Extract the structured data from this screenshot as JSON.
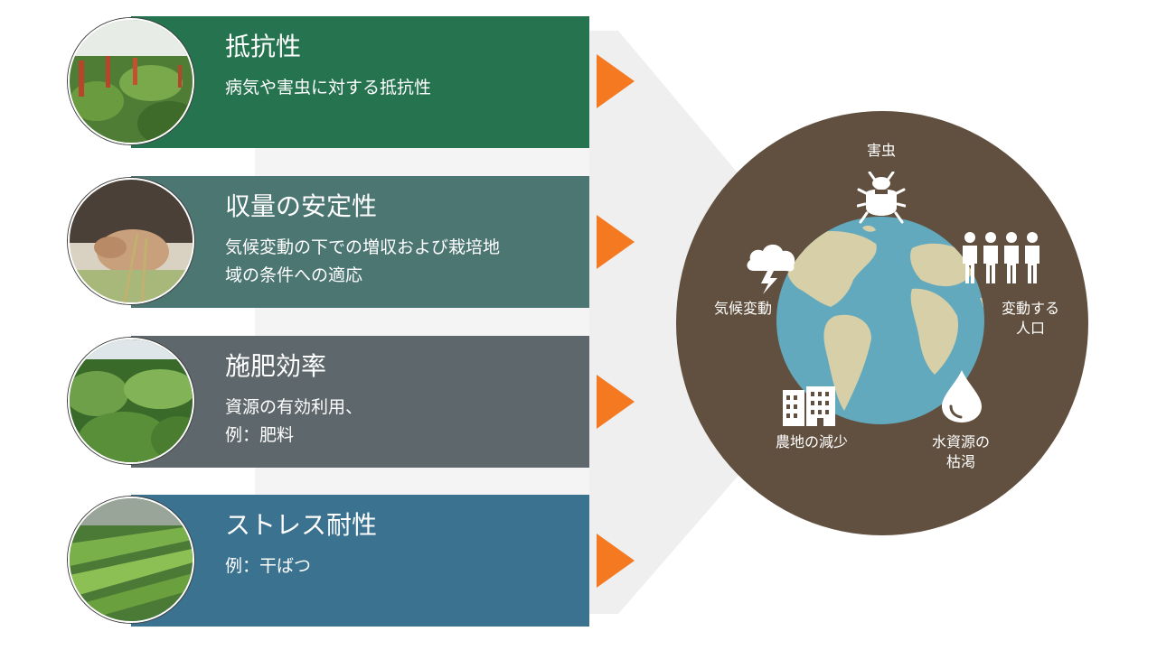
{
  "cards": [
    {
      "title": "抵抗性",
      "desc": "病気や害虫に対する抵抗性",
      "color": "#26734f",
      "photo": "crop-field-icon"
    },
    {
      "title": "収量の安定性",
      "desc": "気候変動の下での増収および栽培地\n域の条件への適応",
      "color": "#4b7672",
      "photo": "hands-grain-icon"
    },
    {
      "title": "施肥効率",
      "desc": "資源の有効利用、\n例：肥料",
      "color": "#5e676c",
      "photo": "leafy-crop-icon"
    },
    {
      "title": "ストレス耐性",
      "desc": "例：干ばつ",
      "color": "#3a7290",
      "photo": "crop-rows-icon"
    }
  ],
  "accent": "#f47920",
  "circle_color": "#61503f",
  "challenges": {
    "pests": "害虫",
    "climate": "気候変動",
    "population": "変動する\n人口",
    "farmland": "農地の減少",
    "water": "水資源の\n枯渇"
  }
}
